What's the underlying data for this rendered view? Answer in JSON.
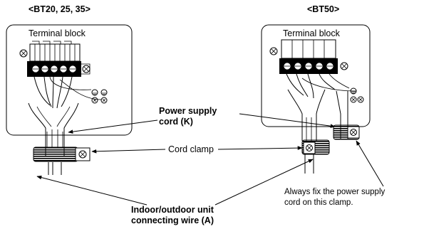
{
  "left_unit": {
    "header": "<BT20, 25, 35>",
    "terminal_block_label": "Terminal block"
  },
  "right_unit": {
    "header": "<BT50>",
    "terminal_block_label": "Terminal block"
  },
  "callouts": {
    "power_supply_cord_line1": "Power supply",
    "power_supply_cord_line2": "cord (K)",
    "cord_clamp": "Cord clamp",
    "connecting_wire_line1": "Indoor/outdoor unit",
    "connecting_wire_line2": "connecting wire (A)",
    "fix_note_line1": "Always fix the power supply",
    "fix_note_line2": "cord on this clamp."
  }
}
